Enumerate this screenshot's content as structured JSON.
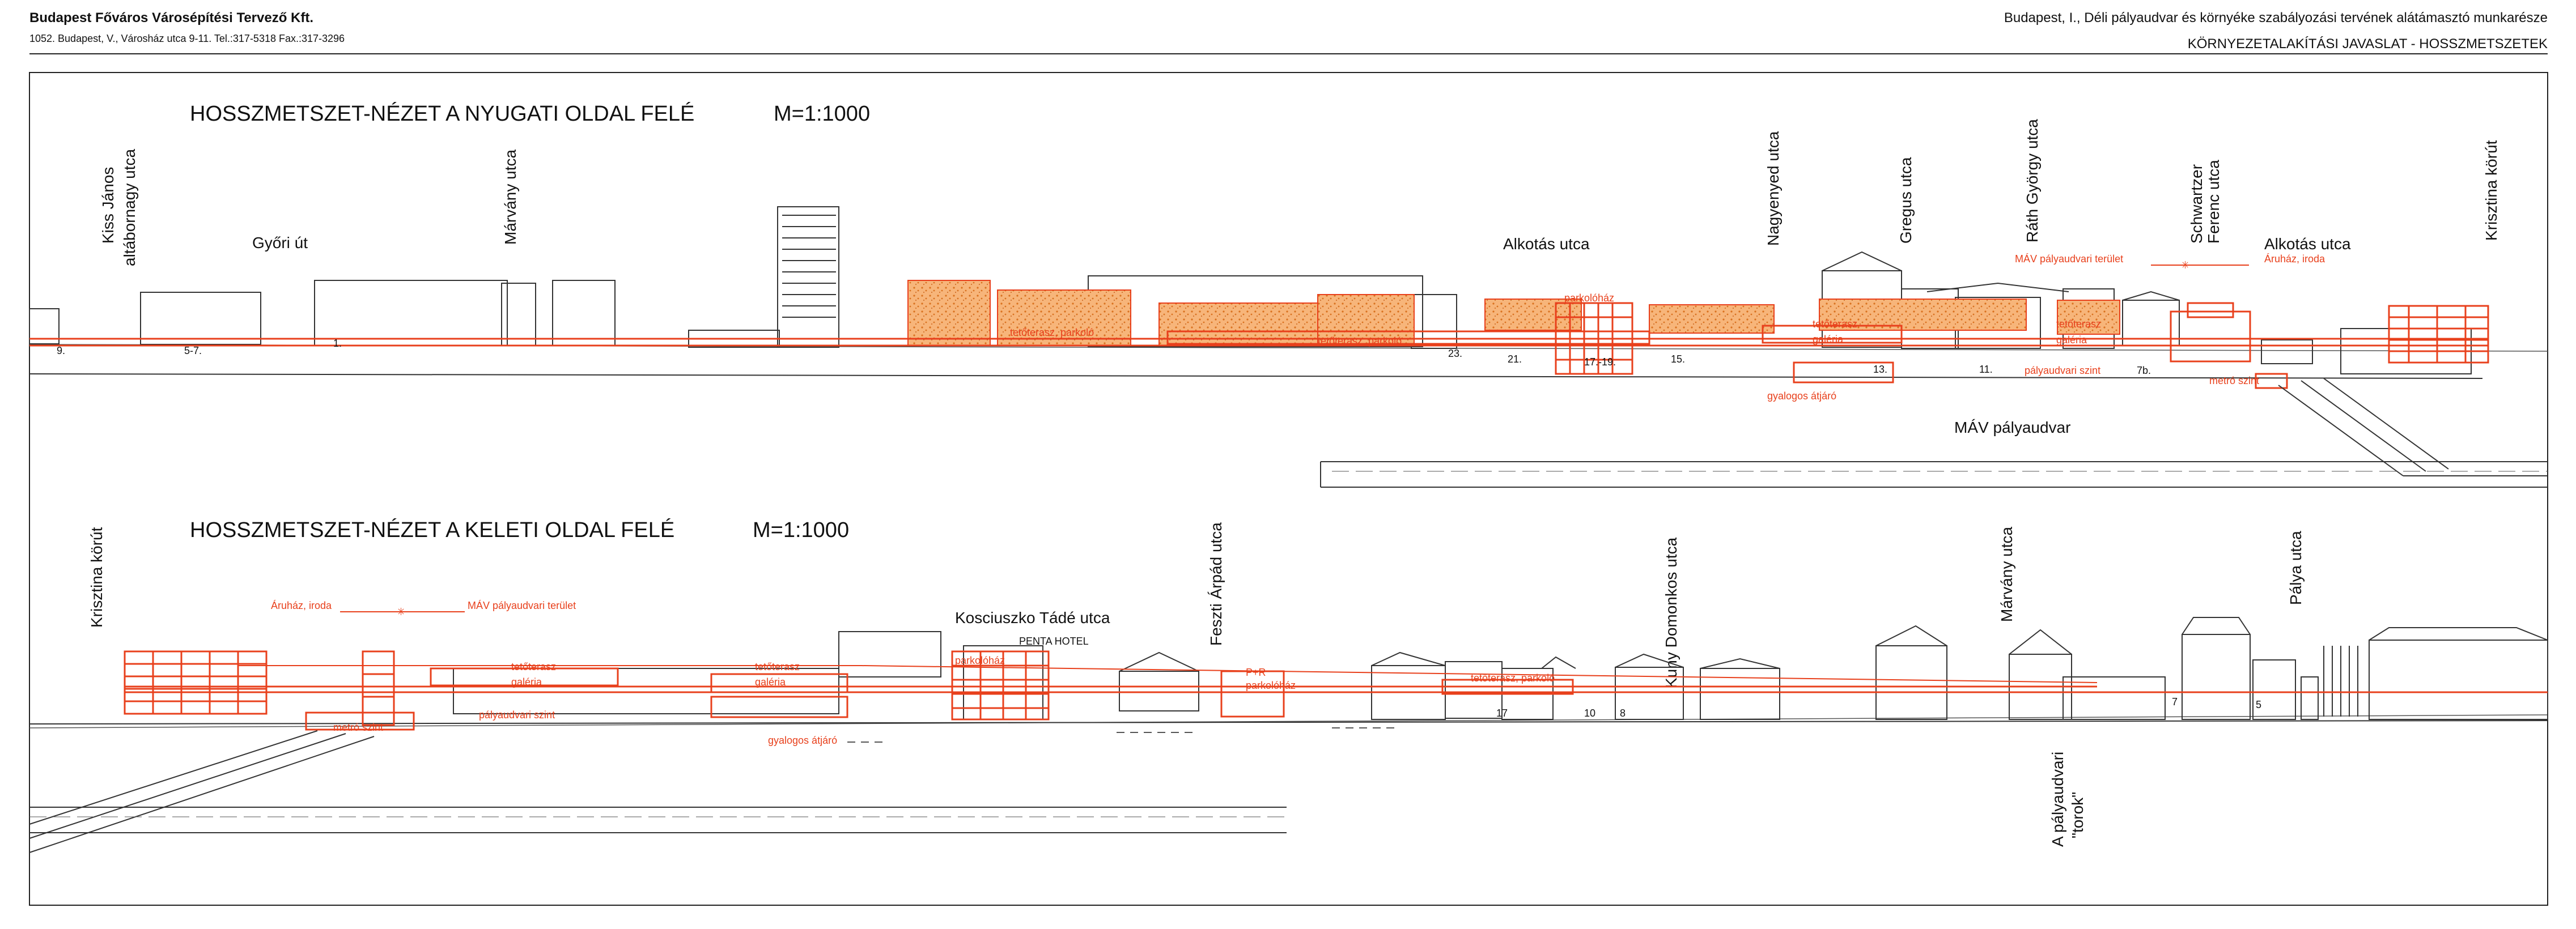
{
  "header": {
    "company": "Budapest Főváros Városépítési Tervező  Kft.",
    "address": "1052. Budapest, V.,  Városház utca 9-11. Tel.:317-5318  Fax.:317-3296",
    "project": "Budapest, I., Déli pályaudvar és környéke szabályozási tervének alátámasztó munkarésze",
    "sheet": "KÖRNYEZETALAKÍTÁSI JAVASLAT - HOSSZMETSZETEK"
  },
  "colors": {
    "accent": "#e8401c",
    "fill": "#f4a35f",
    "ink": "#222222"
  },
  "west": {
    "title": "HOSSZMETSZET-NÉZET A NYUGATI OLDAL FELÉ",
    "scale": "M=1:1000",
    "streets": {
      "kiss1": "Kiss János",
      "kiss2": "altábornagy utca",
      "gyori": "Győri út",
      "marvany": "Márvány utca",
      "alkotas1": "Alkotás utca",
      "nagyenyed": "Nagyenyed utca",
      "gregus": "Gregus utca",
      "rath": "Ráth György utca",
      "schwartzer1": "Schwartzer",
      "schwartzer2": "Ferenc utca",
      "alkotas2": "Alkotás utca",
      "krisztina": "Krisztina körút"
    },
    "labels": {
      "mav_terulet": "MÁV pályaudvari terület",
      "aruhaz": "Áruház, iroda",
      "tetoterasz_parkolo1": "tetőterasz, parkoló",
      "tetoterasz_parkolo2": "tetőterasz, parkoló",
      "parkolohaz": "parkolóház",
      "tetoterasz_a": "tetőterasz",
      "galeria_a": "galéria",
      "tetoterasz_b": "tetőterasz",
      "galeria_b": "galéria",
      "palyaudvari_szint": "pályaudvari szint",
      "metro_szint": "metró szint",
      "gyalogos": "gyalogos átjáró",
      "mav": "MÁV pályaudvar"
    },
    "numbers": [
      "9.",
      "5-7.",
      "1.",
      "23.",
      "21.",
      "17.-19.",
      "15.",
      "13.",
      "11.",
      "7b."
    ]
  },
  "east": {
    "title": "HOSSZMETSZET-NÉZET A KELETI OLDAL FELÉ",
    "scale": "M=1:1000",
    "streets": {
      "krisztina": "Krisztina körút",
      "kosciuszko": "Kosciuszko Tádé utca",
      "penta": "PENTA HOTEL",
      "feszti": "Feszti Árpád utca",
      "kuny": "Kuny Domonkos utca",
      "marvany": "Márvány utca",
      "palya": "Pálya utca"
    },
    "labels": {
      "aruhaz": "Áruház, iroda",
      "mav_terulet": "MÁV pályaudvari terület",
      "tetoterasz_a": "tetőterasz",
      "galeria_a": "galéria",
      "tetoterasz_b": "tetőterasz",
      "galeria_b": "galéria",
      "metro_szint": "metró szint",
      "palyaudvari_szint": "pályaudvari szint",
      "gyalogos": "gyalogos átjáró",
      "parkolohaz": "parkolóház",
      "pr1": "P+R",
      "pr2": "parkolóház",
      "tetoterasz_c": "tetőterasz, parkoló",
      "torok1": "A pályaudvari",
      "torok2": "\"torok\""
    },
    "numbers": [
      "17",
      "10",
      "8",
      "7",
      "5"
    ]
  }
}
